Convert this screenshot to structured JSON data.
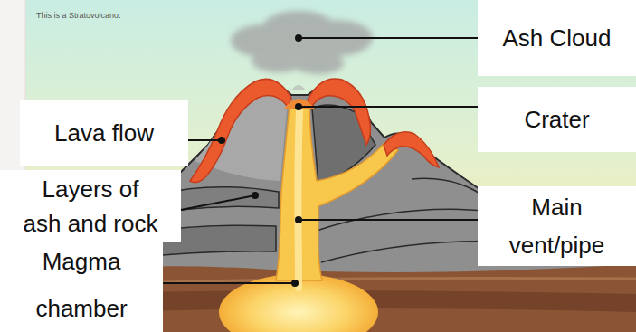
{
  "diagram": {
    "labels": [
      "This is a Stratovolcano.",
      "Ash Cloud",
      "Crater",
      "Lava flow",
      "Layers of ash and rock",
      "Main vent/pipe",
      "Magma chamber"
    ]
  }
}
